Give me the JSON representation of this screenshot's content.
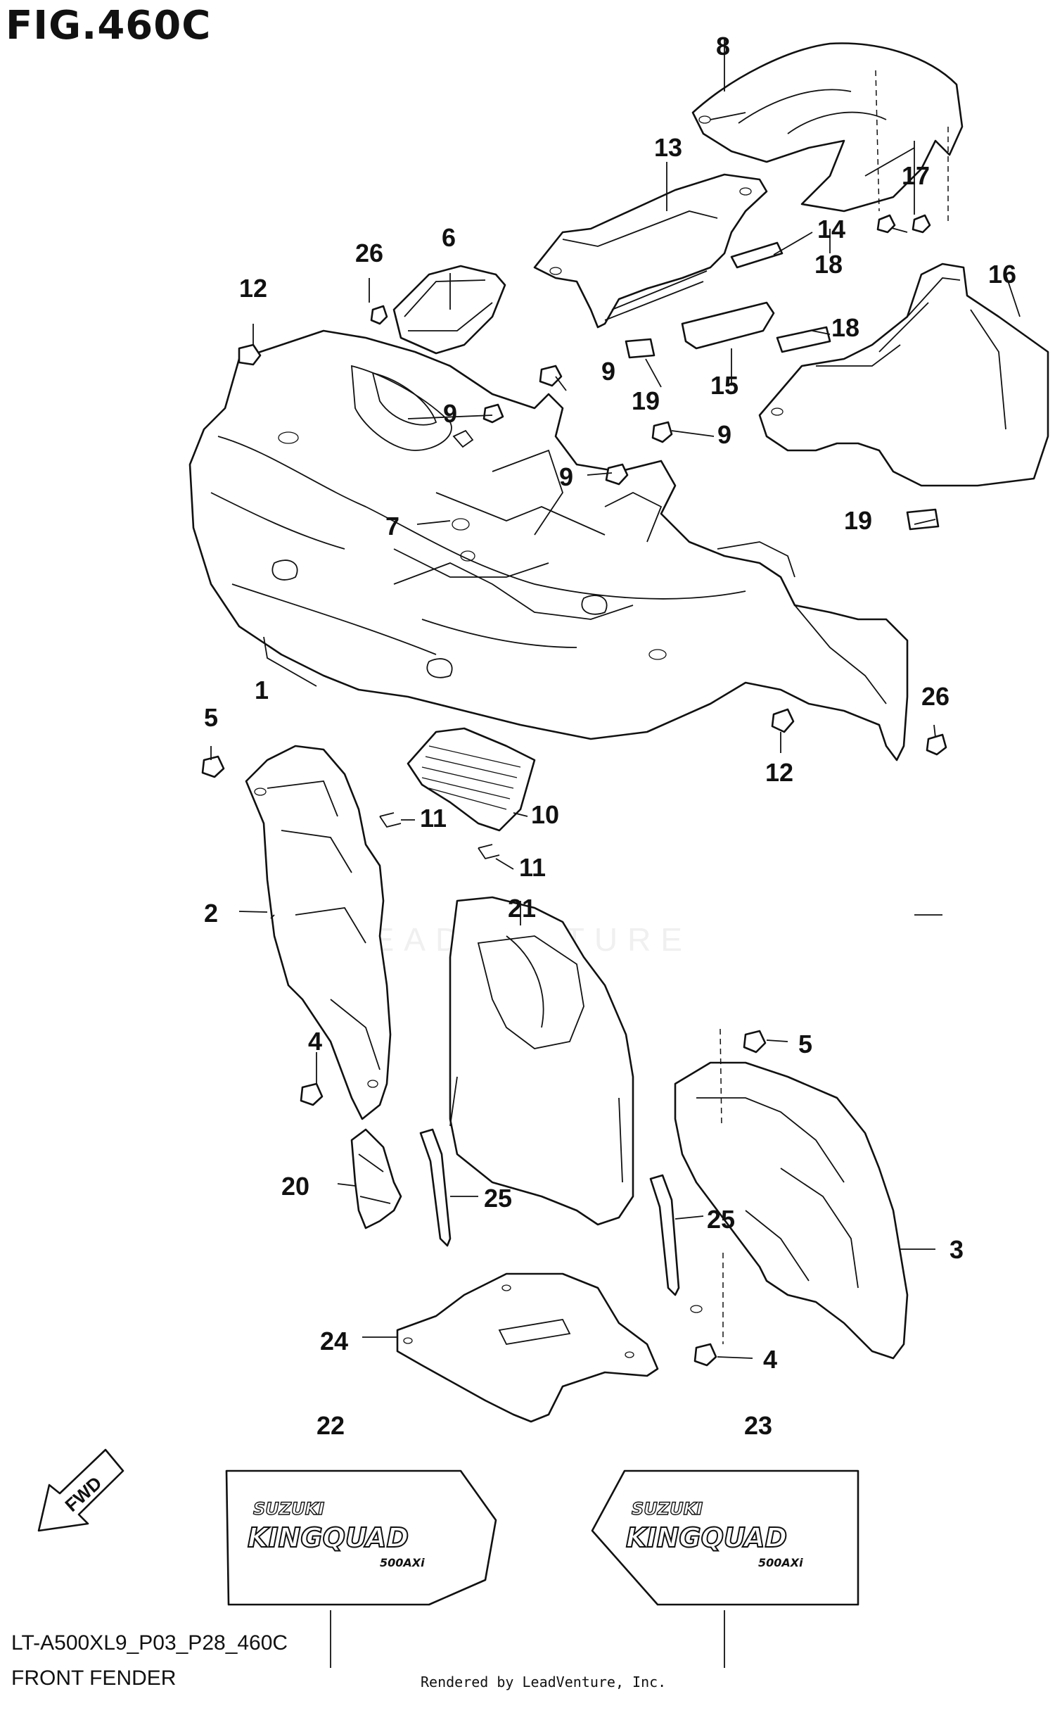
{
  "figure": {
    "title": "FIG.460C",
    "model_code": "LT-A500XL9_P03_P28_460C",
    "section_name": "FRONT FENDER",
    "credit": "Rendered by LeadVenture, Inc.",
    "watermark": "LEADVENTURE"
  },
  "direction_badge": "FWD",
  "decal_logos": [
    {
      "brand": "SUZUKI",
      "model": "KINGQUAD",
      "sub": "500AXi"
    },
    {
      "brand": "SUZUKI",
      "model": "KINGQUAD",
      "sub": "500AXi"
    }
  ],
  "callouts": {
    "c1": "1",
    "c2": "2",
    "c3": "3",
    "c4a": "4",
    "c4b": "4",
    "c5a": "5",
    "c5b": "5",
    "c6": "6",
    "c7": "7",
    "c8": "8",
    "c9a": "9",
    "c9b": "9",
    "c9c": "9",
    "c9d": "9",
    "c10": "10",
    "c11a": "11",
    "c11b": "11",
    "c12a": "12",
    "c12b": "12",
    "c13": "13",
    "c14": "14",
    "c15": "15",
    "c16": "16",
    "c17": "17",
    "c18a": "18",
    "c18b": "18",
    "c19a": "19",
    "c19b": "19",
    "c20": "20",
    "c21": "21",
    "c22": "22",
    "c23": "23",
    "c24": "24",
    "c25a": "25",
    "c25b": "25",
    "c26a": "26",
    "c26b": "26"
  }
}
